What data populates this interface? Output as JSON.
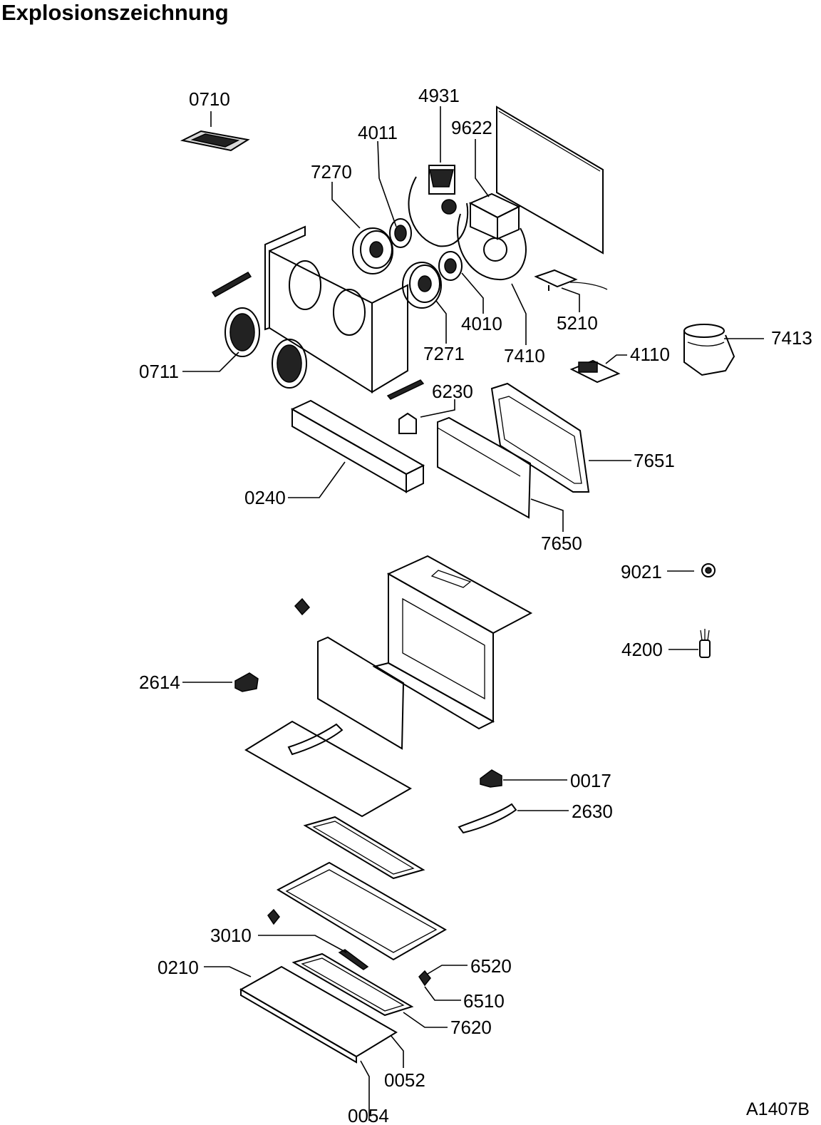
{
  "title": "Explosionszeichnung",
  "drawing_code": "A1407B",
  "parts": [
    {
      "id": "0710",
      "label": "0710"
    },
    {
      "id": "4931",
      "label": "4931"
    },
    {
      "id": "4011",
      "label": "4011"
    },
    {
      "id": "9622",
      "label": "9622"
    },
    {
      "id": "7270",
      "label": "7270"
    },
    {
      "id": "4010",
      "label": "4010"
    },
    {
      "id": "7271",
      "label": "7271"
    },
    {
      "id": "7410",
      "label": "7410"
    },
    {
      "id": "5210",
      "label": "5210"
    },
    {
      "id": "7413",
      "label": "7413"
    },
    {
      "id": "4110",
      "label": "4110"
    },
    {
      "id": "0711",
      "label": "0711"
    },
    {
      "id": "6230",
      "label": "6230"
    },
    {
      "id": "7651",
      "label": "7651"
    },
    {
      "id": "0240",
      "label": "0240"
    },
    {
      "id": "7650",
      "label": "7650"
    },
    {
      "id": "9021",
      "label": "9021"
    },
    {
      "id": "4200",
      "label": "4200"
    },
    {
      "id": "2614",
      "label": "2614"
    },
    {
      "id": "0017",
      "label": "0017"
    },
    {
      "id": "2630",
      "label": "2630"
    },
    {
      "id": "3010",
      "label": "3010"
    },
    {
      "id": "6520",
      "label": "6520"
    },
    {
      "id": "0210",
      "label": "0210"
    },
    {
      "id": "6510",
      "label": "6510"
    },
    {
      "id": "7620",
      "label": "7620"
    },
    {
      "id": "0052",
      "label": "0052"
    },
    {
      "id": "0054",
      "label": "0054"
    }
  ]
}
